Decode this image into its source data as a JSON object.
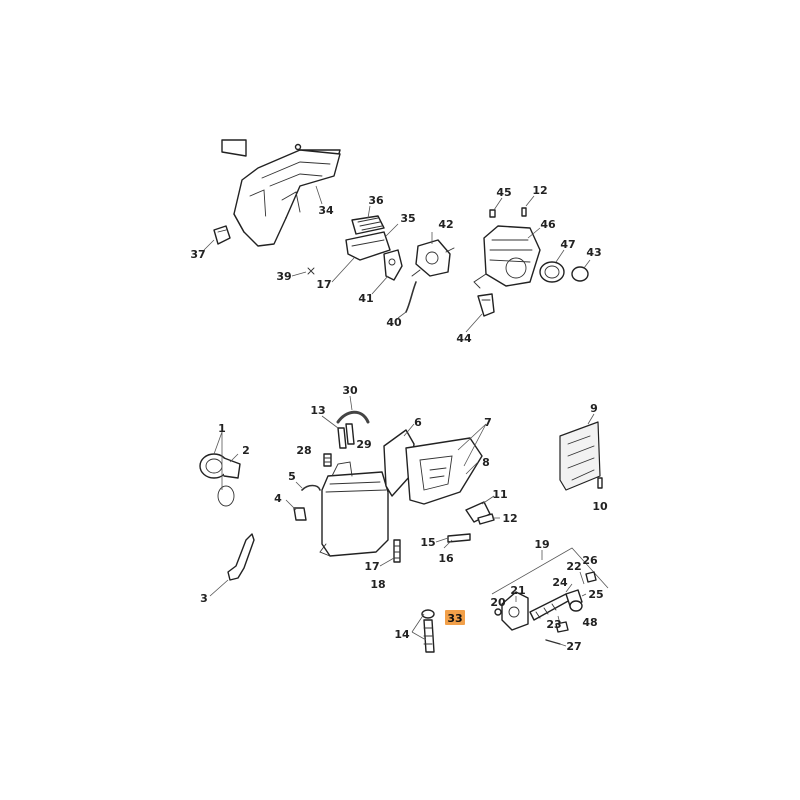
{
  "highlight": {
    "color": "#f2a049",
    "part": "33"
  },
  "callouts": {
    "c36": "36",
    "c45": "45",
    "c12a": "12",
    "c34": "34",
    "c35": "35",
    "c42": "42",
    "c46": "46",
    "c37": "37",
    "c47": "47",
    "c43": "43",
    "c39": "39",
    "c17a": "17",
    "c41": "41",
    "c40": "40",
    "c44": "44",
    "c30": "30",
    "c13": "13",
    "c6": "6",
    "c7": "7",
    "c29": "29",
    "c9": "9",
    "c1": "1",
    "c2": "2",
    "c28": "28",
    "c8": "8",
    "c5": "5",
    "c4": "4",
    "c11": "11",
    "c10": "10",
    "c12b": "12",
    "c15": "15",
    "c17b": "17",
    "c16": "16",
    "c19": "19",
    "c18": "18",
    "c22": "22",
    "c26": "26",
    "c24": "24",
    "c3": "3",
    "c21": "21",
    "c25": "25",
    "c20": "20",
    "c33": "33",
    "c23": "23",
    "c48": "48",
    "c14": "14",
    "c27": "27"
  }
}
